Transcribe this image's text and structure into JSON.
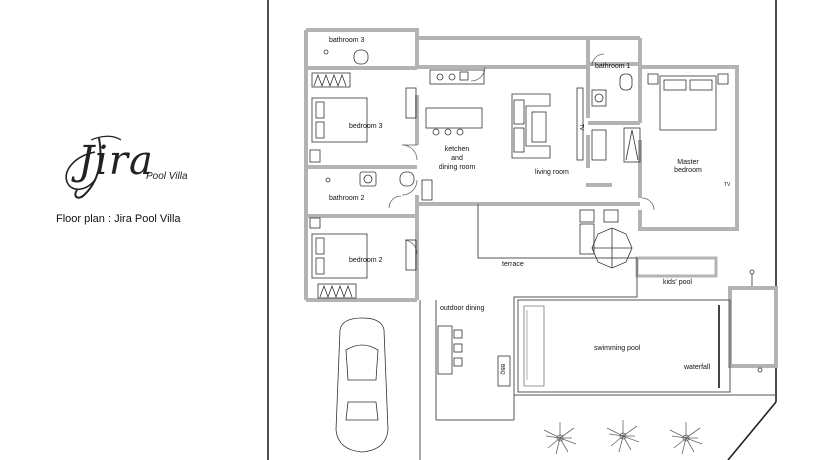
{
  "brand": {
    "script_name": "Jira",
    "subtitle": "Pool Villa"
  },
  "plan_title": "Floor plan : Jira Pool Villa",
  "rooms": {
    "bathroom_3": "bathroom 3",
    "bedroom_3": "bedroom 3",
    "bathroom_2": "bathroom 2",
    "bedroom_2": "bedroom 2",
    "kitchen_line1": "ketchen",
    "kitchen_line2": "and",
    "kitchen_line3": "dining room",
    "living_room": "living room",
    "bathroom_1": "bathroom 1",
    "master_line1": "Master",
    "master_line2": "bedroom",
    "terrace": "terrace",
    "kids_pool": "kids' pool",
    "outdoor_dining": "outdoor dining",
    "swimming_pool": "swimming pool",
    "waterfall": "waterfall",
    "tv_living": "TV",
    "tv_master": "TV",
    "bbq": "BBQ"
  },
  "colors": {
    "wall": "#b3b3b3",
    "line": "#555555",
    "ink": "#111111"
  }
}
